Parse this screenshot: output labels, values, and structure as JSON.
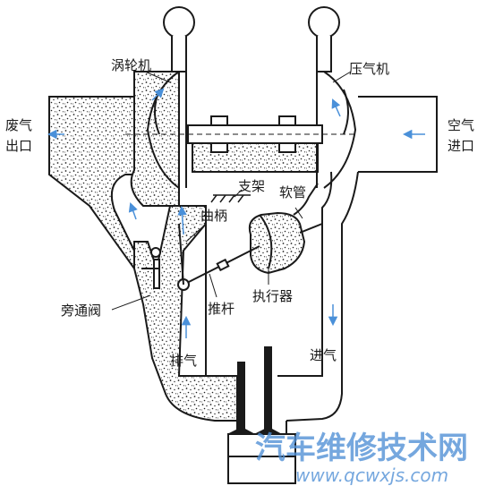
{
  "labels": {
    "turbine": "涡轮机",
    "compressor": "压气机",
    "exhaust_outlet_line1": "废气",
    "exhaust_outlet_line2": "出口",
    "air_inlet_line1": "空气",
    "air_inlet_line2": "进口",
    "bracket": "支架",
    "hose": "软管",
    "crank": "曲柄",
    "actuator": "执行器",
    "push_rod": "推杆",
    "bypass_valve": "旁通阀",
    "exhaust": "排气",
    "intake": "进气"
  },
  "watermark": {
    "text": "汽车维修技术网",
    "url": "www.qcwxjs.com"
  },
  "colors": {
    "line": "#1a1a1a",
    "flow_arrow": "#4a90d9",
    "watermark": "#4f8fd6"
  }
}
